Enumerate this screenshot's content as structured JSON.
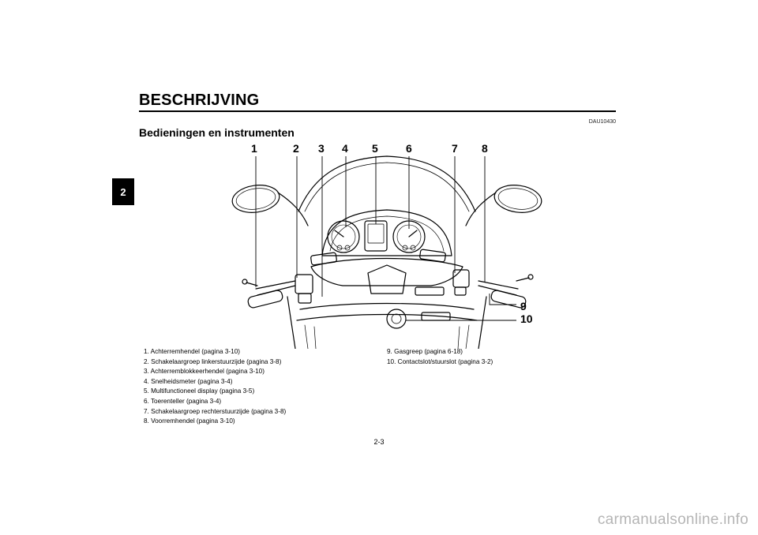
{
  "chapter_tab": "2",
  "header": {
    "title": "BESCHRIJVING",
    "code": "DAU10430"
  },
  "section": {
    "title": "Bedieningen en instrumenten"
  },
  "callouts": {
    "top": [
      "1",
      "2",
      "3",
      "4",
      "5",
      "6",
      "7",
      "8"
    ],
    "side": [
      "9",
      "10"
    ]
  },
  "legend": {
    "left": [
      "1. Achterremhendel (pagina 3-10)",
      "2. Schakelaargroep linkerstuurzijde (pagina 3-8)",
      "3. Achterremblokkeerhendel (pagina 3-10)",
      "4. Snelheidsmeter (pagina 3-4)",
      "5. Multifunctioneel display (pagina 3-5)",
      "6. Toerenteller (pagina 3-4)",
      "7. Schakelaargroep rechterstuurzijde (pagina 3-8)",
      "8. Voorremhendel (pagina 3-10)"
    ],
    "right": [
      "9. Gasgreep (pagina 6-18)",
      "10. Contactslot/stuurslot (pagina 3-2)"
    ]
  },
  "page_number": "2-3",
  "watermark": "carmanualsonline.info"
}
